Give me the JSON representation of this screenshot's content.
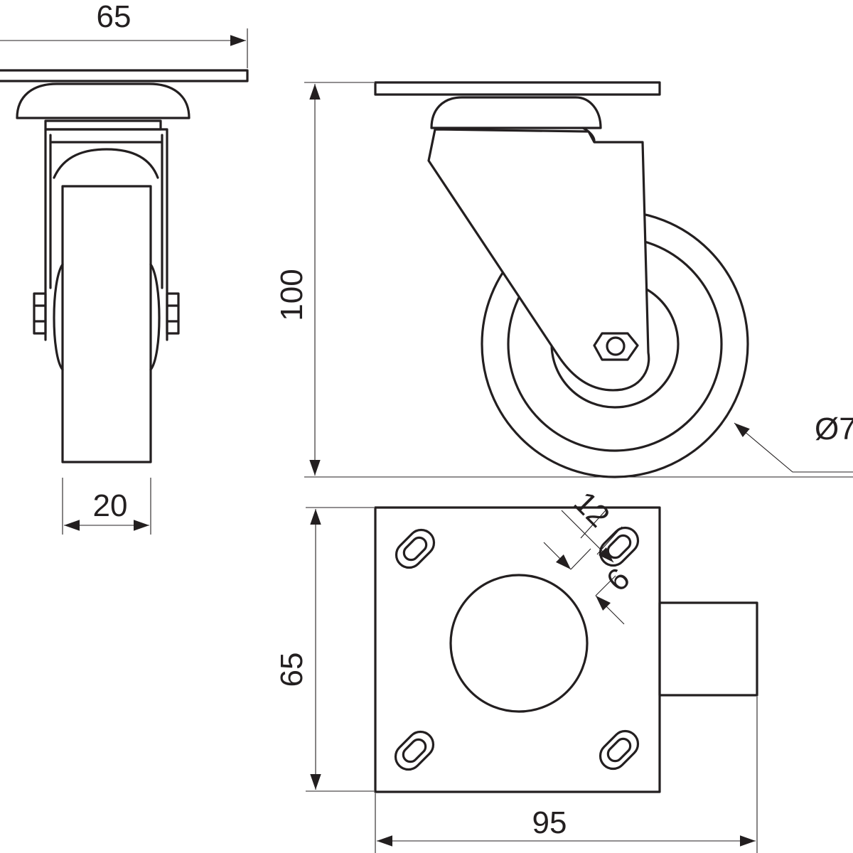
{
  "dimensions": {
    "plate_width_front": "65",
    "overall_height": "100",
    "wheel_width": "20",
    "wheel_diameter": "Ø7",
    "slot_length": "12",
    "slot_width": "6",
    "plate_height_top": "65",
    "overall_length_top": "95"
  }
}
